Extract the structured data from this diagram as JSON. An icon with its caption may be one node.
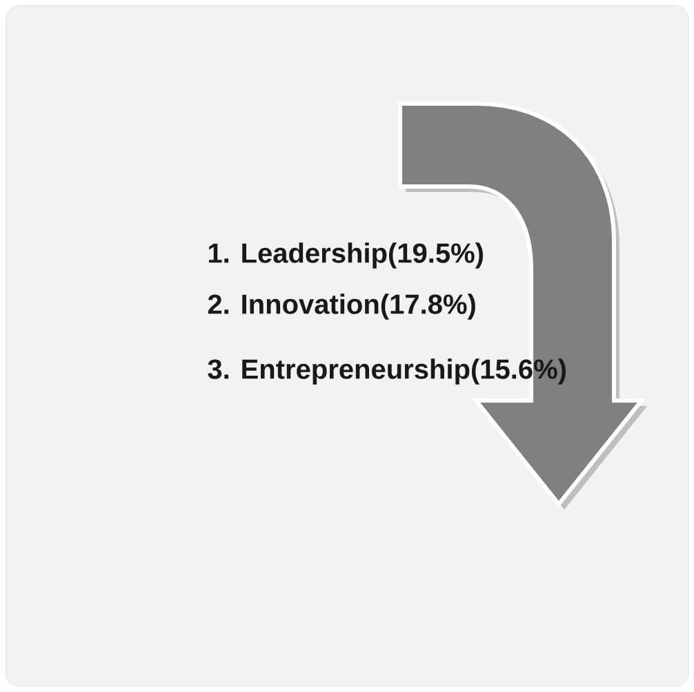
{
  "diagram": {
    "labels": [
      "1. Leadership(19.5%)",
      "2. Innovation(17.8%)",
      "3. Entrepreneurship(15.6%)"
    ]
  }
}
